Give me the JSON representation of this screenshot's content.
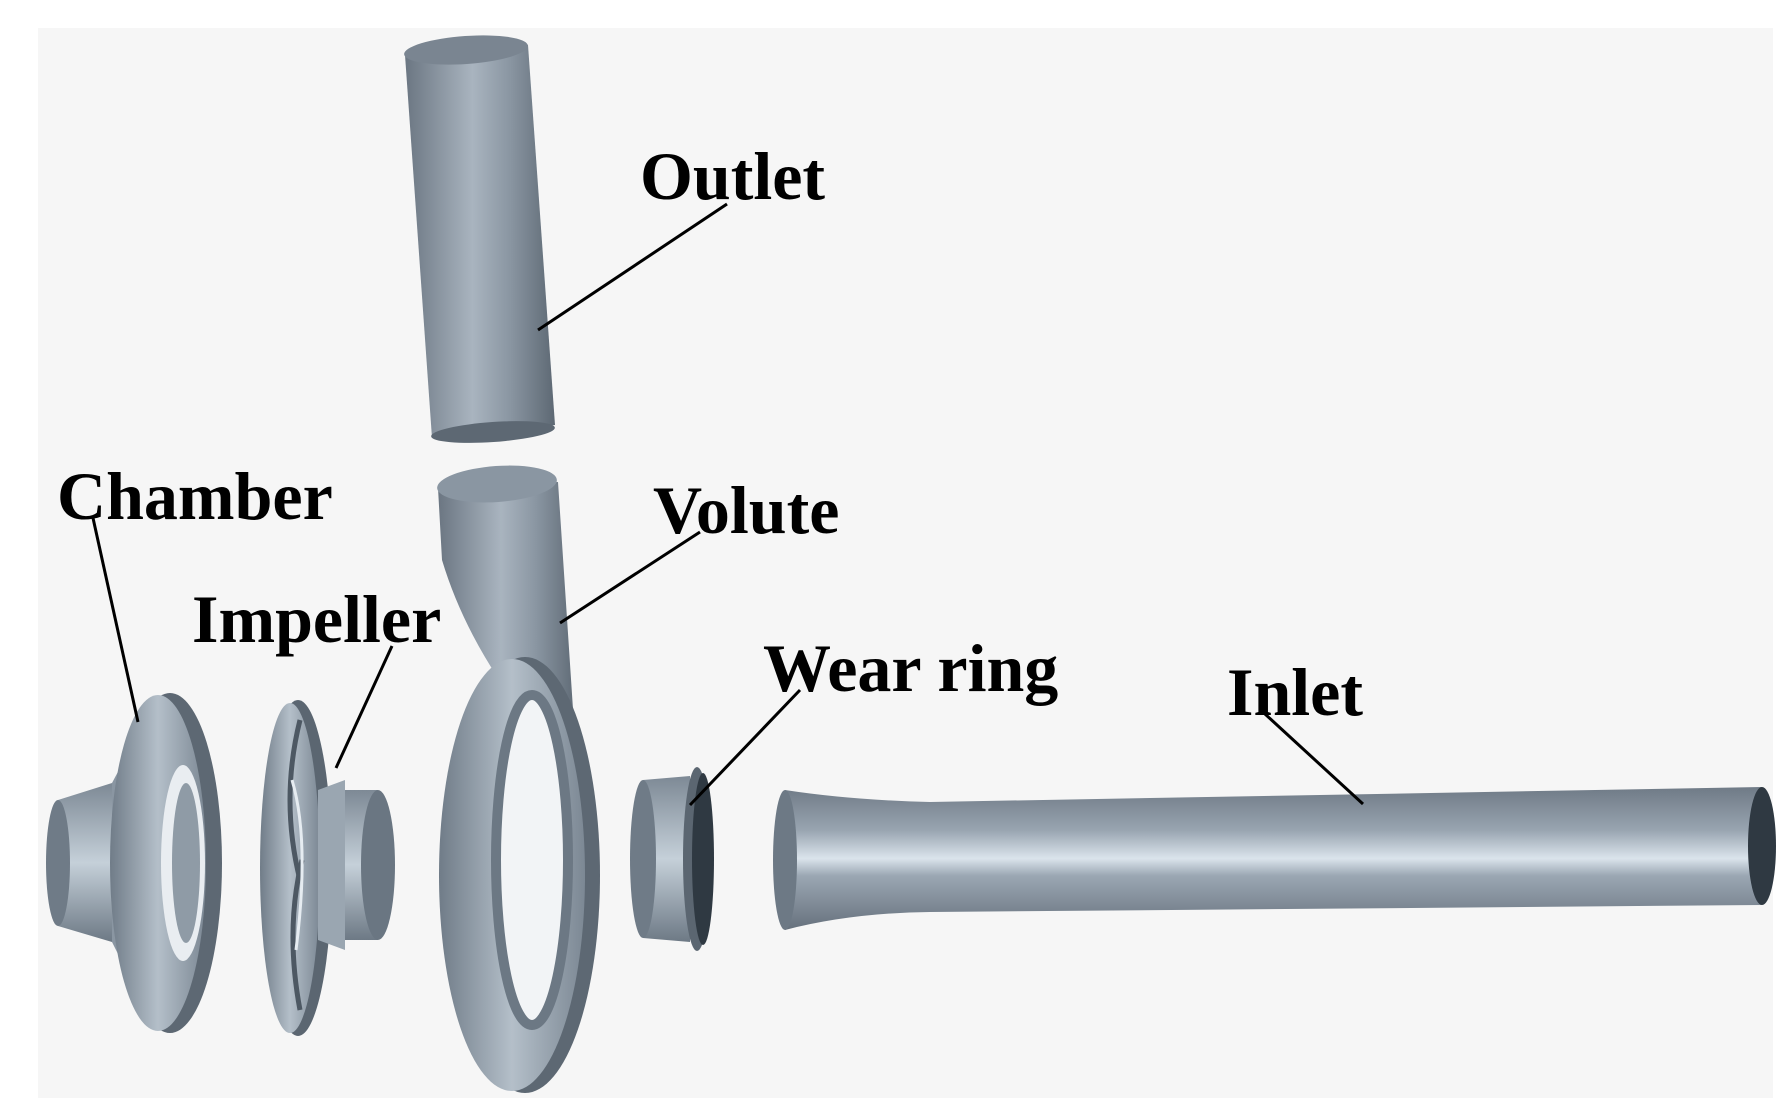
{
  "labels": {
    "outlet": "Outlet",
    "chamber": "Chamber",
    "volute": "Volute",
    "impeller": "Impeller",
    "wear_ring": "Wear ring",
    "inlet": "Inlet"
  },
  "colors": {
    "background": "#ffffff",
    "panel": "#f6f6f6",
    "metal_dark": "#5f6b77",
    "metal_mid": "#8a96a3",
    "metal_light": "#d3dde6",
    "leader": "#000000"
  }
}
